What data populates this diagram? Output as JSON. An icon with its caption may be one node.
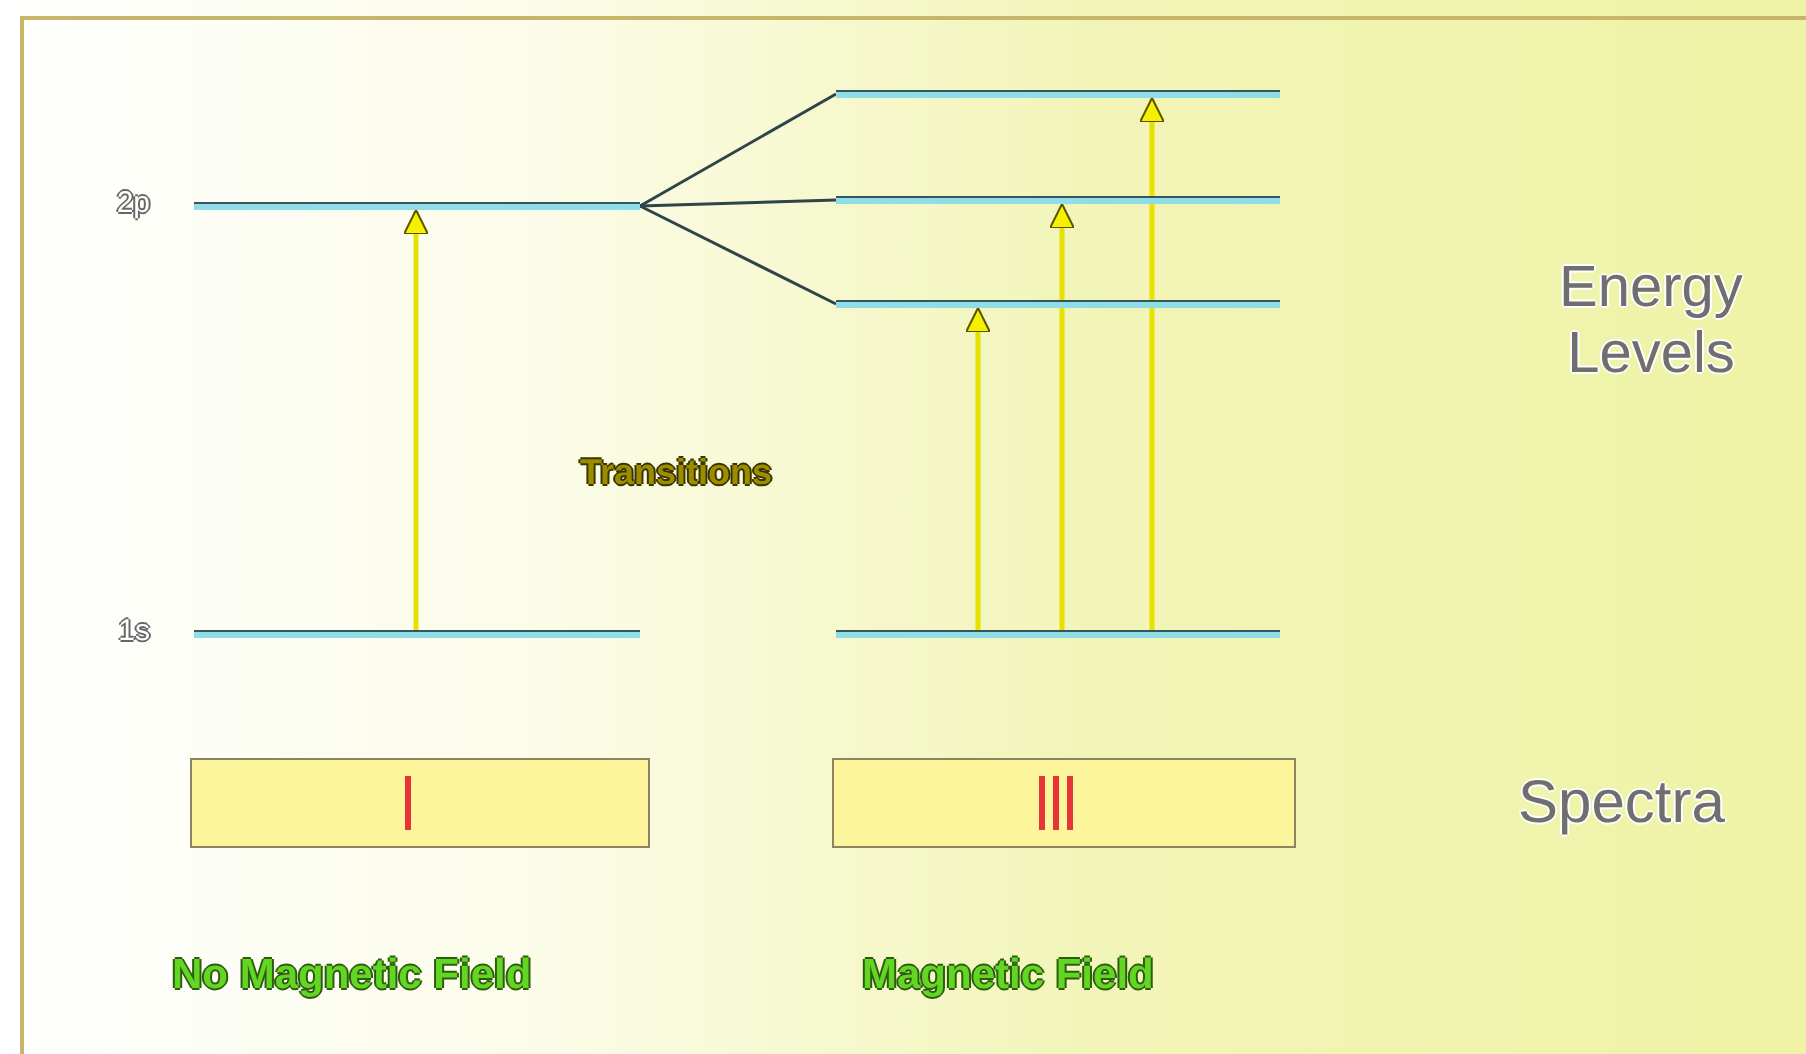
{
  "diagram": {
    "nodes": [
      {
        "text": [],
        "shape": "bar",
        "beside": [
          "2p"
        ]
      },
      {
        "text": [],
        "shape": "bar"
      },
      {
        "text": [],
        "shape": "bar"
      },
      {
        "text": [],
        "shape": "bar"
      },
      {
        "text": [],
        "shape": "bar",
        "beside": [
          "1s"
        ]
      },
      {
        "text": [],
        "shape": "bar"
      }
    ],
    "edges": [
      {
        "from": 4,
        "to": 0,
        "arrow": "to"
      },
      {
        "from": 0,
        "to": 1,
        "arrow": "none",
        "color": "#2e4448"
      },
      {
        "from": 0,
        "to": 2,
        "arrow": "none",
        "color": "#2e4448"
      },
      {
        "from": 0,
        "to": 3,
        "arrow": "none",
        "color": "#2e4448"
      },
      {
        "from": 5,
        "to": 3,
        "arrow": "to"
      },
      {
        "from": 5,
        "to": 2,
        "arrow": "to"
      },
      {
        "from": 5,
        "to": 1,
        "arrow": "to"
      }
    ],
    "labels": [
      "Energy Levels",
      "Transitions",
      "Spectra",
      "No Magnetic Field",
      "Magnetic Field"
    ]
  }
}
